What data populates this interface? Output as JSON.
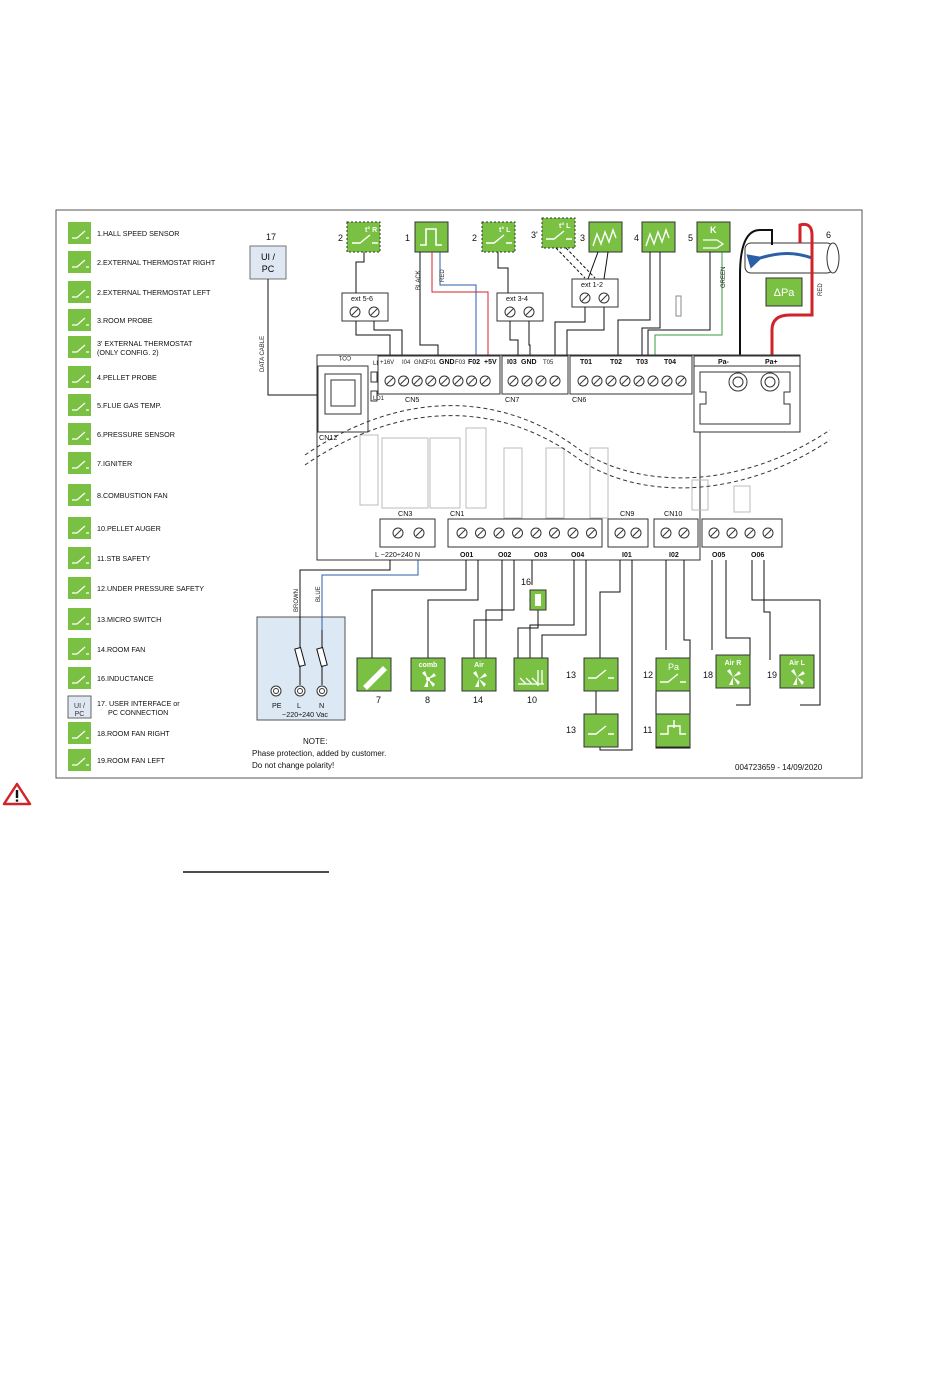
{
  "legend": [
    {
      "icon": "hall-speed-icon",
      "label": "1.HALL SPEED SENSOR"
    },
    {
      "icon": "thermostat-right-icon",
      "label": "2.EXTERNAL THERMOSTAT RIGHT"
    },
    {
      "icon": "thermostat-left-icon",
      "label": "2.EXTERNAL THERMOSTAT LEFT"
    },
    {
      "icon": "room-probe-icon",
      "label": "3.ROOM PROBE"
    },
    {
      "icon": "thermostat-config2-icon",
      "label": "3' EXTERNAL THERMOSTAT",
      "label2": "(ONLY CONFIG. 2)"
    },
    {
      "icon": "pellet-probe-icon",
      "label": "4.PELLET PROBE"
    },
    {
      "icon": "flue-gas-icon",
      "label": "5.FLUE GAS TEMP."
    },
    {
      "icon": "pressure-sensor-icon",
      "label": "6.PRESSURE SENSOR"
    },
    {
      "icon": "igniter-icon",
      "label": "7.IGNITER"
    },
    {
      "icon": "combustion-fan-icon",
      "label": "8.COMBUSTION FAN"
    },
    {
      "icon": "pellet-auger-icon",
      "label": "10.PELLET AUGER"
    },
    {
      "icon": "stb-safety-icon",
      "label": "11.STB SAFETY"
    },
    {
      "icon": "under-pressure-icon",
      "label": "12.UNDER PRESSURE SAFETY"
    },
    {
      "icon": "micro-switch-icon",
      "label": "13.MICRO SWITCH"
    },
    {
      "icon": "room-fan-icon",
      "label": "14.ROOM FAN"
    },
    {
      "icon": "inductance-icon",
      "label": "16.INDUCTANCE"
    },
    {
      "icon": "ui-pc-icon",
      "label": "17. USER INTERFACE or",
      "label2": "PC CONNECTION"
    },
    {
      "icon": "room-fan-right-icon",
      "label": "18.ROOM FAN RIGHT"
    },
    {
      "icon": "room-fan-left-icon",
      "label": "19.ROOM FAN LEFT"
    }
  ],
  "icon_text": {
    "ui_pc": "UI / PC",
    "ui_line1": "UI /",
    "ui_line2": "PC",
    "delta_pa": "ΔPa",
    "comb": "comb",
    "air": "Air",
    "air_r": "Air R",
    "air_l": "Air L",
    "pa": "Pa",
    "k": "K"
  },
  "top_numbers": {
    "ui": "17",
    "t_right": "2",
    "hall": "1",
    "t_left": "2",
    "t_config2": "3'",
    "room_probe": "3",
    "pellet_probe": "4",
    "flue": "5",
    "pressure": "6"
  },
  "connectors": {
    "ext56": "ext 5-6",
    "ext34": "ext 3-4",
    "ext12": "ext 1-2",
    "cn5": "CN5",
    "cn7": "CN7",
    "cn6": "CN6",
    "cn12": "CN12",
    "cn3": "CN3",
    "cn1": "CN1",
    "cn9": "CN9",
    "cn10": "CN10",
    "co1": "CO1",
    "ld2": "LD2",
    "ld1": "LD1"
  },
  "cn5_pins": [
    "+16V",
    "I04",
    "GND",
    "F01",
    "GND",
    "F03",
    "F02",
    "+5V"
  ],
  "cn7_pins": [
    "I03",
    "GND",
    "T05"
  ],
  "cn6_pins": [
    "T01",
    "T02",
    "T03",
    "T04"
  ],
  "pressure_pins": [
    "Pa-",
    "Pa+"
  ],
  "cn3_label": "L  ~220÷240  N",
  "bottom_pins": [
    "O01",
    "O02",
    "O03",
    "O04",
    "I01",
    "I02",
    "O05",
    "O06"
  ],
  "wires": {
    "black": "BLACK",
    "red": "RED",
    "green": "GREEN",
    "red2": "RED",
    "data_cable": "DATA CABLE",
    "brown": "BROWN",
    "blue": "BLUE"
  },
  "power": {
    "terminals": [
      "PE",
      "L",
      "N"
    ],
    "voltage": "~220÷240 Vac"
  },
  "bottom_numbers": {
    "igniter": "7",
    "comb": "8",
    "room_fan": "14",
    "auger": "10",
    "ms1": "13",
    "ms2": "13",
    "under_p": "12",
    "stb": "11",
    "fan_r": "18",
    "fan_l": "19",
    "inductance": "16"
  },
  "note": {
    "title": "NOTE:",
    "line1": "Phase protection, added by customer.",
    "line2": "Do not change polarity!"
  },
  "doc_id": "004723659 - 14/09/2020",
  "colors": {
    "icon_green": "#7ac143",
    "ui_box": "#dfe7f3",
    "power_box": "#dde8f5",
    "wire_red": "#d2232a",
    "wire_blue": "#2b5fa8",
    "warning": "#d2232a"
  }
}
